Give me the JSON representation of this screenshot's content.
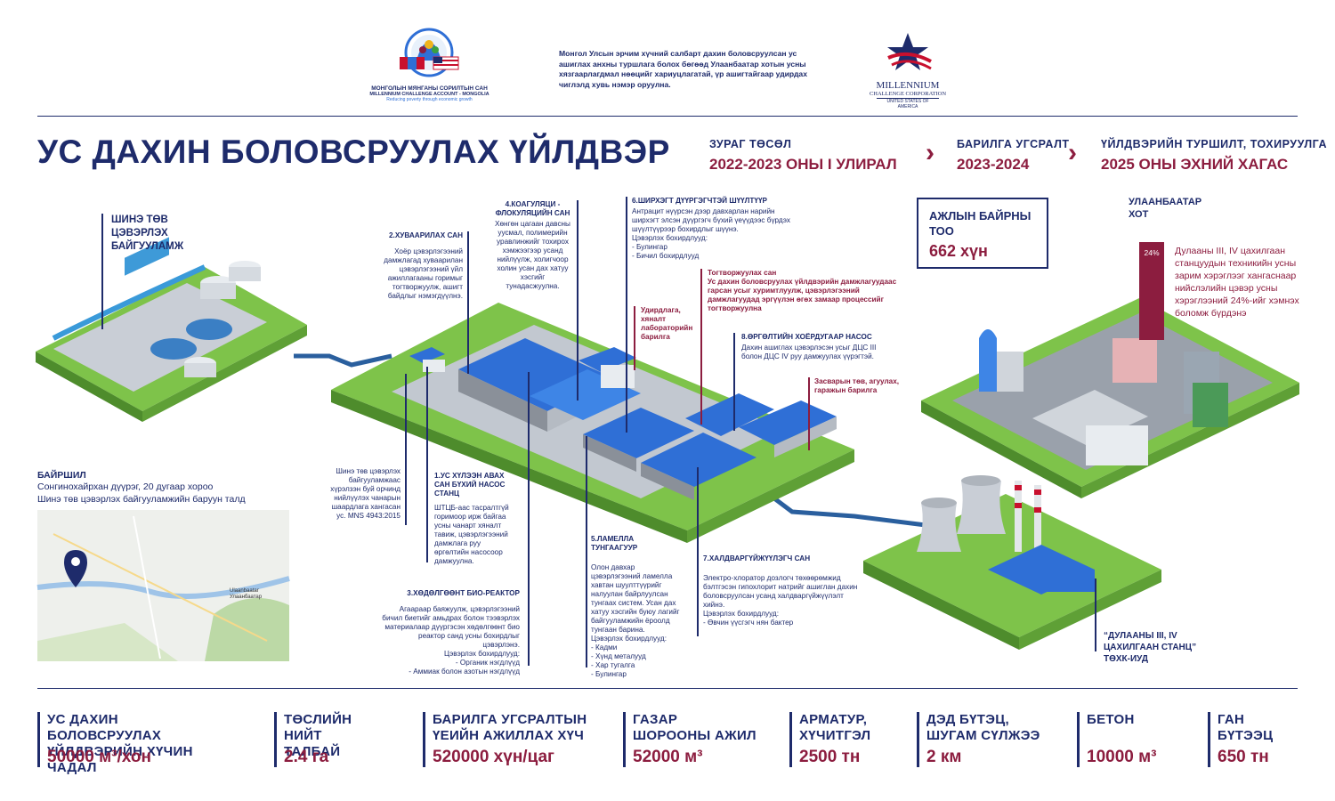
{
  "header": {
    "mca_org_name_mn": "МОНГОЛЫН МЯНГАНЫ СОРИЛТЫН САН",
    "mca_org_name_en": "MILLENNIUM CHALLENGE ACCOUNT - MONGOLIA",
    "mca_tagline": "Reducing poverty through economic growth",
    "intro_text": "Монгол Улсын эрчим хүчний салбарт дахин боловсруулсан ус ашиглах анхны туршлага болох бөгөөд Улаанбаатар хотын усны хязгаарлагдмал нөөцийг хариуцлагатай, үр ашигтайгаар удирдах чиглэлд хувь нэмэр оруулна.",
    "mcc_name_line1": "MILLENNIUM",
    "mcc_name_line2": "CHALLENGE CORPORATION",
    "mcc_country": "UNITED STATES OF AMERICA"
  },
  "title": "УС ДАХИН БОЛОВСРУУЛАХ ҮЙЛДВЭР",
  "phases": [
    {
      "label": "ЗУРАГ ТӨСӨЛ",
      "value": "2022-2023 ОНЫ I УЛИРАЛ"
    },
    {
      "label": "БАРИЛГА УГСРАЛТ",
      "value": "2023-2024"
    },
    {
      "label": "ҮЙЛДВЭРИЙН ТУРШИЛТ, ТОХИРУУЛГА",
      "value": "2025 ОНЫ ЭХНИЙ ХАГАС"
    }
  ],
  "central_plant": "ШИНЭ ТӨВ ЦЭВЭРЛЭХ БАЙГУУЛАМЖ",
  "jobs": {
    "label": "АЖЛЫН БАЙРНЫ ТОО",
    "value": "662 хүн"
  },
  "city": {
    "label": "УЛААНБААТАР ХОТ",
    "percent": "24%",
    "text": "Дулааны III, IV цахилгаан станцуудын техникийн усны зарим хэрэглээг хангаснаар нийслэлийн цэвэр усны хэрэглээний 24%-ийг хэмнэх боломж бүрдэнэ"
  },
  "location": {
    "label": "БАЙРШИЛ",
    "line1": "Сонгинохайрхан дүүрэг, 20 дугаар хороо",
    "line2": "Шинэ төв цэвэрлэх байгууламжийн баруун талд",
    "map_label1": "Ulaanbaatar",
    "map_label2": "Улаанбаатар"
  },
  "inlet_note": "Шинэ төв цэвэрлэх байгууламжаас хүрэлзэн буй орчинд нийлүүлэх чанарын шаардлага хангасан ус. MNS 4943:2015",
  "steps": {
    "s1": {
      "title": "1.УС ХҮЛЭЭН АВАХ САН БҮХИЙ НАСОС СТАНЦ",
      "text": "ШТЦБ-аас тасралтгүй горимоор ирж байгаа усны чанарт хяналт тавиж, цэвэрлэгээний дамжлага руу өргөлтийн насосоор дамжуулна."
    },
    "s2": {
      "title": "2.ХУВААРИЛАХ САН",
      "text": "Хоёр цэвэрлэгээний дамжлагад хуваарилан цэвэрлэгээний үйл ажиллагааны горимыг тогтворжуулж, ашигт байдлыг нэмэгдүүлнэ."
    },
    "s3": {
      "title": "3.ХӨДӨЛГӨӨНТ БИО-РЕАКТОР",
      "text": "Агаараар баяжуулж, цэвэрлэгээний бичил биетийг амьдрах болон тээвэрлэх материалаар дүүргэсэн хөдөлгөөнт био реактор санд усны бохирдлыг цэвэрлэнэ.",
      "sub": "Цэвэрлэх бохирдлууд:",
      "items": [
        "- Органик нэгдлүүд",
        "- Аммиак болон азотын нэгдлүүд"
      ]
    },
    "s4": {
      "title": "4.КОАГУЛЯЦИ - ФЛОКУЛЯЦИЙН САН",
      "text": "Хөнгөн цагаан давсны уусмал, полимерийн уравлинжийг тохирох хэмжээгээр усанд нийлүүлж, холигчоор холин усан дах хатуу хэсгийг тунадасжуулна."
    },
    "s5": {
      "title": "5.ЛАМЕЛЛА ТУНГААГУУР",
      "text": "Олон давхар цэвэрлэгээний ламелла хавтан шуулттүүрийг налуулан байрлуулсан тунгаах систем. Усан дах хатуу хэсгийн буюу лагийг байгууламжийн ёроолд тунгаан барина.",
      "sub": "Цэвэрлэх бохирдлууд:",
      "items": [
        "- Кадми",
        "- Хүнд металууд",
        "- Хар тугалга",
        "- Булингар"
      ]
    },
    "s6": {
      "title": "6.ШИРХЭГТ ДҮҮРГЭГЧТЭЙ ШҮҮЛТҮҮР",
      "text": "Антрацит нүүрсэн дээр давхарлан нарийн ширхэгт элсэн дүүргэгч бүхий үеүүдээс бүрдэх шүүлтүүрээр бохирдлыг шүүнэ.",
      "sub": "Цэвэрлэх бохирдлууд:",
      "items": [
        "- Булингар",
        "- Бичил бохирдлууд"
      ]
    },
    "s7": {
      "title": "7.ХАЛДВАРГҮЙЖҮҮЛЭГЧ САН",
      "text": "Электро-хлоратор дозлогч төхөөрөмжид бэлтгэсэн гипохлорит натрийг ашиглан дахин боловсруулсан усанд халдваргүйжүүлэлт хийнэ.",
      "sub": "Цэвэрлэх бохирдлууд:",
      "items": [
        "- Өвчин үүсгэгч нян бактер"
      ]
    },
    "s8": {
      "title": "8.ӨРГӨЛТИЙН ХОЁРДУГААР НАСОС",
      "text": "Дахин ашиглах цэвэрлэсэн усыг ДЦС III болон ДЦС IV руу дамжуулах үүрэгтэй."
    }
  },
  "buildings": {
    "control": "Удирдлага, хяналт лабораторийн барилга",
    "storage_title": "Тогтворжуулах сан",
    "storage_text": "Ус дахин боловсруулах үйлдвэрийн дамжлагуудаас гарсан усыг хуримтлуулж, цэвэрлэгээний дамжлагуудад эргүүлэн өгөх замаар процессийг тогтворжуулна",
    "repair": "Засварын төв, агуулах, гаражын барилга"
  },
  "power_station": "“ДУЛААНЫ III, IV ЦАХИЛГААН СТАНЦ” ТӨХК-ИУД",
  "stats": [
    {
      "label": "УС ДАХИН БОЛОВСРУУЛАХ ҮЙЛДВЭРИЙН ХҮЧИН ЧАДАЛ",
      "value": "50000 м³/хон"
    },
    {
      "label": "ТӨСЛИЙН НИЙТ ТАЛБАЙ",
      "value": "2.4 га"
    },
    {
      "label": "БАРИЛГА УГСРАЛТЫН ҮЕИЙН АЖИЛЛАХ ХҮЧ",
      "value": "520000 хүн/цаг"
    },
    {
      "label": "ГАЗАР ШОРООНЫ АЖИЛ",
      "value": "52000 м³"
    },
    {
      "label": "АРМАТУР, ХҮЧИТГЭЛ",
      "value": "2500 тн"
    },
    {
      "label": "ДЭД БҮТЭЦ, ШУГАМ СҮЛЖЭЭ",
      "value": "2 км"
    },
    {
      "label": "БЕТОН",
      "value": "10000 м³"
    },
    {
      "label": "ГАН БҮТЭЭЦ",
      "value": "650 тн"
    }
  ],
  "colors": {
    "navy": "#1e2b6b",
    "maroon": "#8c1d3f",
    "grass": "#7ec34a",
    "roof": "#2f6fd6",
    "pipe": "#2a5f9e"
  }
}
